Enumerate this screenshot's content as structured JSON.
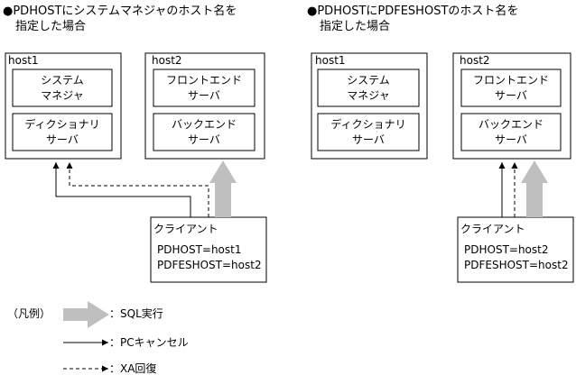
{
  "colors": {
    "line": "#000000",
    "sql_arrow": "#bfbfbf",
    "background": "#ffffff"
  },
  "left": {
    "title_line1": "●PDHOSTにシステムマネジャのホスト名を",
    "title_line2": "指定した場合",
    "host1": {
      "label": "host1",
      "box1": [
        "システム",
        "マネジャ"
      ],
      "box2": [
        "ディクショナリ",
        "サーバ"
      ]
    },
    "host2": {
      "label": "host2",
      "box1": [
        "フロントエンド",
        "サーバ"
      ],
      "box2": [
        "バックエンド",
        "サーバ"
      ]
    },
    "client": {
      "title": "クライアント",
      "line1": "PDHOST=host1",
      "line2": "PDFESHOST=host2"
    }
  },
  "right": {
    "title_line1": "●PDHOSTにPDFESHOSTのホスト名を",
    "title_line2": "指定した場合",
    "host1": {
      "label": "host1",
      "box1": [
        "システム",
        "マネジャ"
      ],
      "box2": [
        "ディクショナリ",
        "サーバ"
      ]
    },
    "host2": {
      "label": "host2",
      "box1": [
        "フロントエンド",
        "サーバ"
      ],
      "box2": [
        "バックエンド",
        "サーバ"
      ]
    },
    "client": {
      "title": "クライアント",
      "line1": "PDHOST=host2",
      "line2": "PDFESHOST=host2"
    }
  },
  "legend": {
    "heading": "（凡例）",
    "sql": "：SQL実行",
    "pc_cancel": "：PCキャンセル",
    "xa_recover": "：XA回復"
  }
}
